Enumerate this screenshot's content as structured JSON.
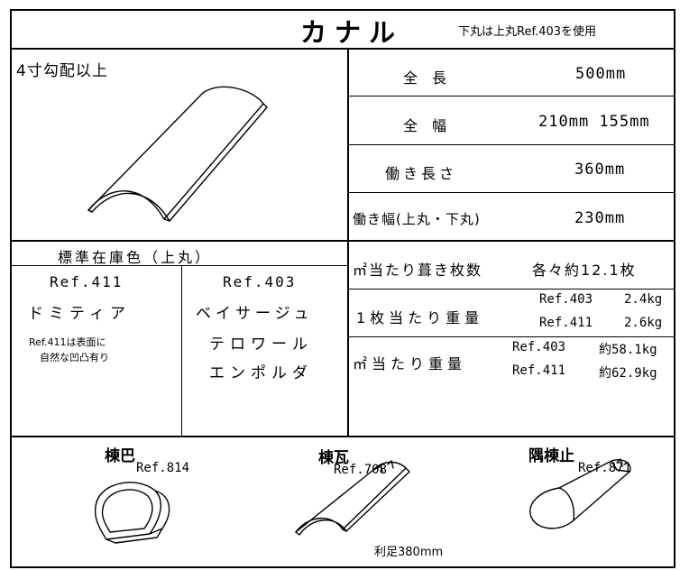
{
  "header": {
    "title": "カナル",
    "note": "下丸は上丸Ref.403を使用"
  },
  "pitch_label": "4寸勾配以上",
  "specs": [
    {
      "label": "全　長",
      "value": "500mm"
    },
    {
      "label": "全　幅",
      "value": "210mm 155mm"
    },
    {
      "label": "働き長さ",
      "value": "360mm"
    },
    {
      "label": "働き幅(上丸・下丸)",
      "value": "230mm"
    }
  ],
  "colors": {
    "heading": "標準在庫色（上丸）",
    "items": [
      {
        "ref": "Ref.411",
        "names": [
          "ドミティア"
        ],
        "note": [
          "Ref.411は表面に",
          "自然な凹凸有り"
        ]
      },
      {
        "ref": "Ref.403",
        "names": [
          "ベイサージュ",
          "テロワール",
          "エンポルダ"
        ],
        "note": []
      }
    ]
  },
  "coverage": {
    "label": "㎡当たり葺き枚数",
    "value": "各々約12.1枚"
  },
  "weight_per_tile": {
    "label": "1枚当たり重量",
    "rows": [
      {
        "ref": "Ref.403",
        "value": "2.4kg"
      },
      {
        "ref": "Ref.411",
        "value": "2.6kg"
      }
    ]
  },
  "weight_per_m2": {
    "label": "㎡当たり重量",
    "rows": [
      {
        "ref": "Ref.403",
        "value": "約58.1kg"
      },
      {
        "ref": "Ref.411",
        "value": "約62.9kg"
      }
    ]
  },
  "accessories": [
    {
      "name": "棟巴",
      "ref": "Ref.814"
    },
    {
      "name": "棟瓦",
      "ref": "Ref.708",
      "note": "利足380mm"
    },
    {
      "name": "隅棟止",
      "ref": "Ref.871"
    }
  ]
}
